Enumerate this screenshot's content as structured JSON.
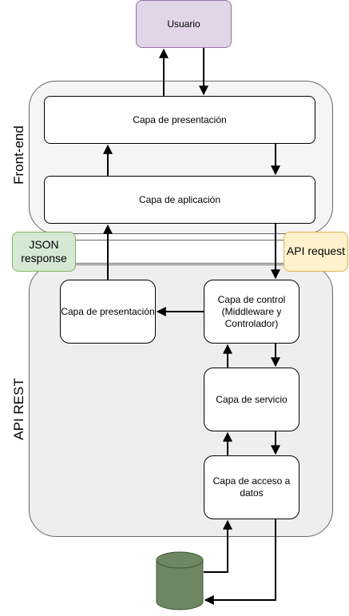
{
  "nodes": {
    "usuario": "Usuario",
    "frontend_presentacion": "Capa de presentación",
    "frontend_aplicacion": "Capa de aplicación",
    "api_presentacion": "Capa de presentación",
    "api_control": "Capa de control\n(Middleware y\nControlador)",
    "api_servicio": "Capa de servicio",
    "api_acceso_datos": "Capa de acceso a\ndatos"
  },
  "groups": {
    "frontend": "Front-end",
    "api_rest": "API REST"
  },
  "badges": {
    "json_response": "JSON\nresponse",
    "api_request": "API request"
  },
  "colors": {
    "usuario_fill": "#e1d5e7",
    "usuario_border": "#9673a6",
    "container_fill": "#f5f5f5",
    "container_fill_api": "#eeeeee",
    "json_fill": "#d5e8d4",
    "json_border": "#82b366",
    "request_fill": "#fff2cc",
    "request_border": "#d6b656",
    "database_fill": "#6d8764",
    "database_border": "#3a5431"
  },
  "icons": {
    "database": "database-icon"
  }
}
